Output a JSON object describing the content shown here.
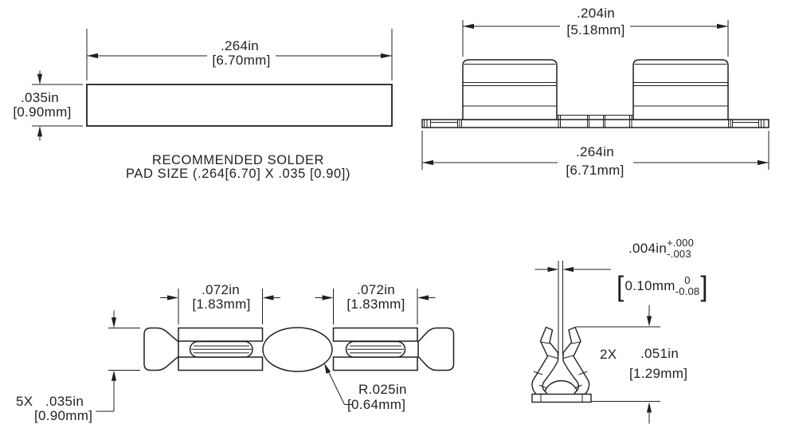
{
  "theme": {
    "background": "#ffffff",
    "line_color": "#231f20"
  },
  "views": {
    "solder_pad": {
      "width_in": ".264in",
      "width_mm": "[6.70mm]",
      "height_in": ".035in",
      "height_mm": "[0.90mm]",
      "note_line1": "RECOMMENDED SOLDER",
      "note_line2": "PAD SIZE (.264[6.70] X .035 [0.90])"
    },
    "side_view": {
      "top_width_in": ".204in",
      "top_width_mm": "[5.18mm]",
      "overall_width_in": ".264in",
      "overall_width_mm": "[6.71mm]"
    },
    "top_view": {
      "pad1_width_in": ".072in",
      "pad1_width_mm": "[1.83mm]",
      "pad2_width_in": ".072in",
      "pad2_width_mm": "[1.83mm]",
      "height_qty": "5X",
      "height_in": ".035in",
      "height_mm": "[0.90mm]",
      "radius_in": "R.025in",
      "radius_mm": "[0.64mm]"
    },
    "end_view": {
      "gap_in": ".004in",
      "gap_tol_plus": "+.000",
      "gap_tol_minus": "-.003",
      "gap_mm_open": "[",
      "gap_mm_value": "0.10mm",
      "gap_mm_tol_plus": "0",
      "gap_mm_tol_minus": "-0.08",
      "gap_mm_close": "]",
      "height_qty": "2X",
      "height_in": ".051in",
      "height_mm": "[1.29mm]"
    }
  }
}
